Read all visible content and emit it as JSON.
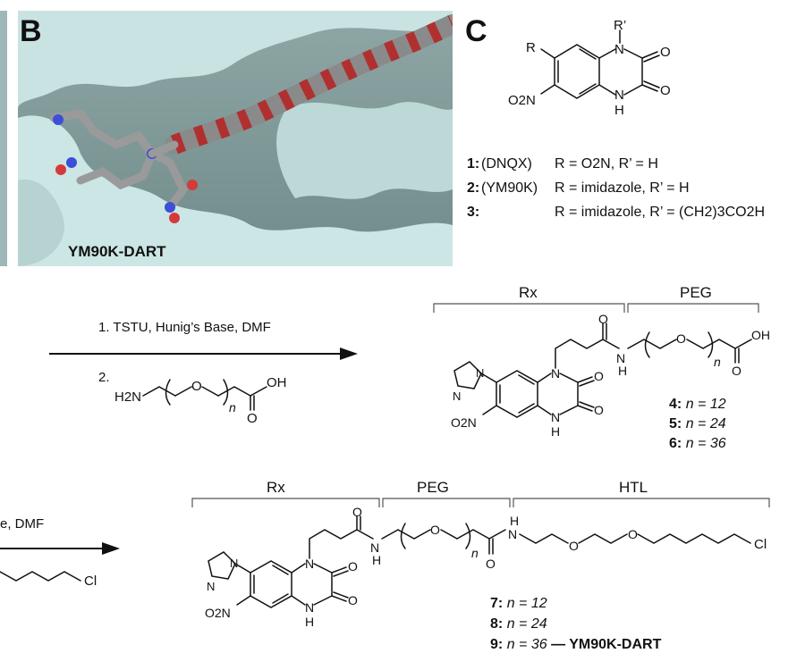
{
  "panel_b": {
    "letter": "B",
    "caption": "YM90K-DART"
  },
  "panel_c": {
    "letter": "C",
    "scaffold_atoms": {
      "r_prime": "R’",
      "r": "R",
      "n1": "N",
      "n2": "N",
      "h": "H",
      "o1": "O",
      "o2": "O",
      "no2": "O2N"
    },
    "compounds": [
      {
        "num": "1:",
        "name": "(DNQX)",
        "def": "R = O2N, R’ = H"
      },
      {
        "num": "2:",
        "name": "(YM90K)",
        "def": "R = imidazole, R’ = H"
      },
      {
        "num": "3:",
        "name": "",
        "def": "R = imidazole, R’ = (CH2)3CO2H"
      }
    ]
  },
  "reaction1": {
    "step1": "1. TSTU, Hunig’s Base, DMF",
    "step2": "2.",
    "reagent_h2n": "H2N",
    "reagent_n": "n",
    "reagent_oh": "OH",
    "reagent_o": "O"
  },
  "product1": {
    "bracket_rx": "Rx",
    "bracket_peg": "PEG",
    "entries": [
      {
        "num": "4:",
        "n": "n = 12"
      },
      {
        "num": "5:",
        "n": "n = 24"
      },
      {
        "num": "6:",
        "n": "n = 36"
      }
    ]
  },
  "reaction2": {
    "conditions_fragment": "e, DMF",
    "reagent_cl": "Cl"
  },
  "product2": {
    "bracket_rx": "Rx",
    "bracket_peg": "PEG",
    "bracket_htl": "HTL",
    "entries": [
      {
        "num": "7:",
        "n": "n = 12",
        "suffix": ""
      },
      {
        "num": "8:",
        "n": "n = 24",
        "suffix": ""
      },
      {
        "num": "9:",
        "n": "n = 36",
        "suffix": "— YM90K-DART"
      }
    ]
  }
}
